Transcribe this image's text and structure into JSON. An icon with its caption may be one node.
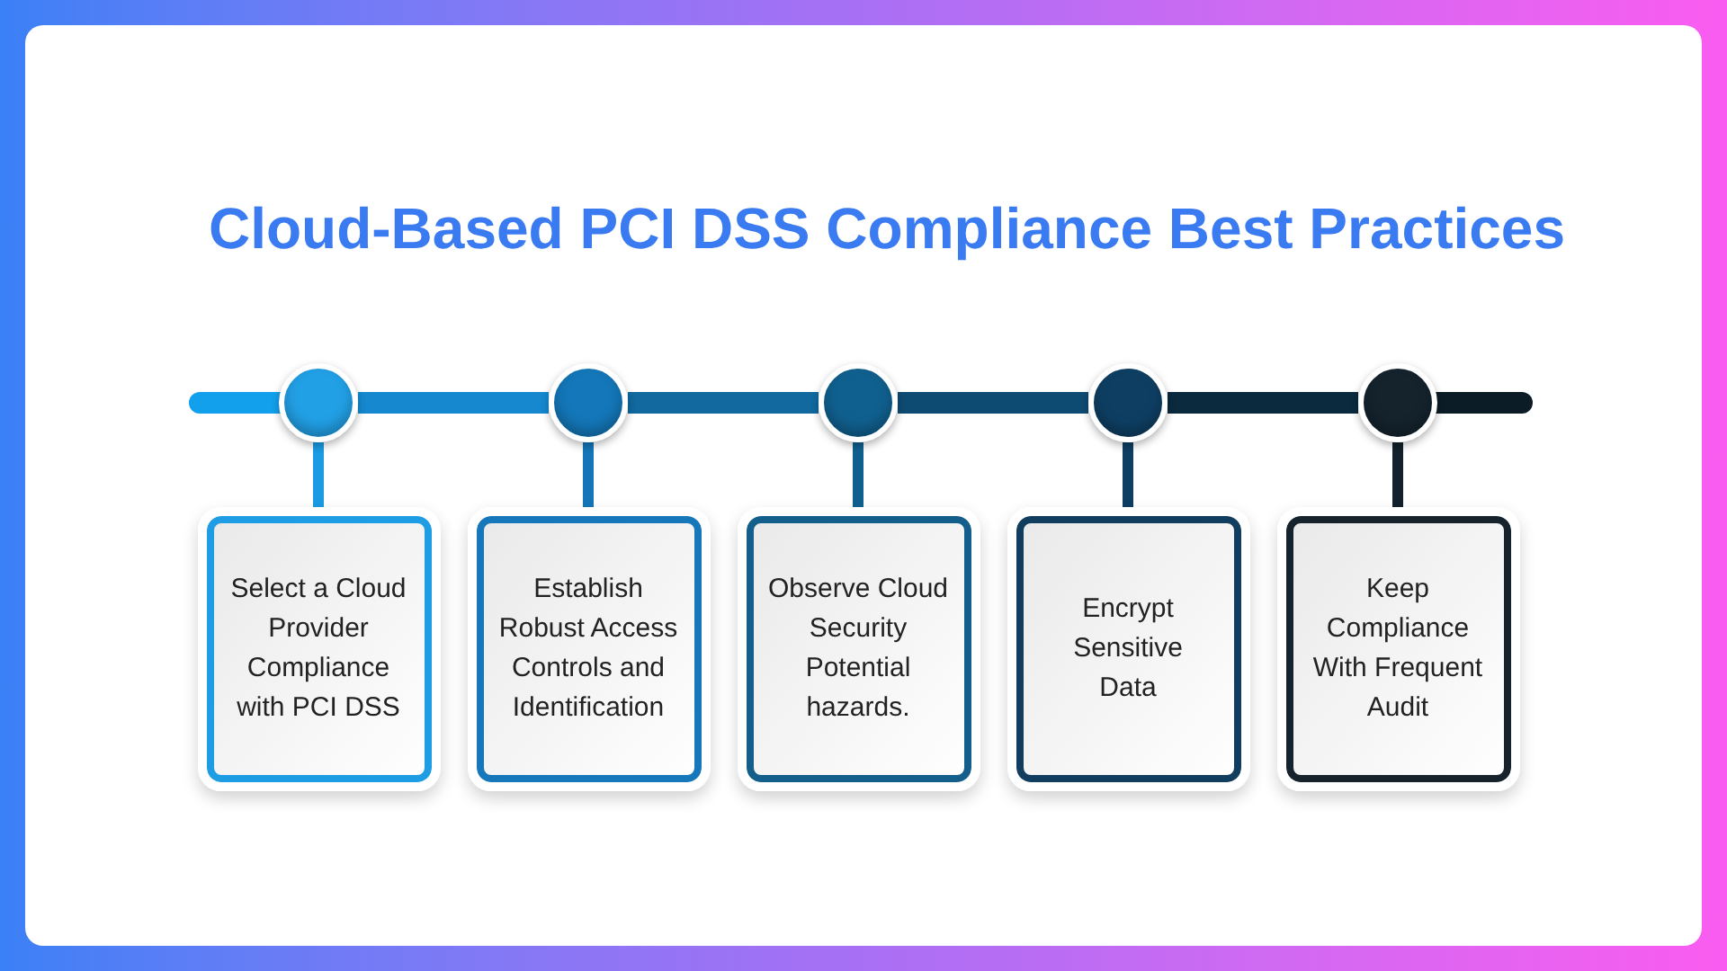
{
  "diagram": {
    "title": "Cloud-Based PCI DSS Compliance Best Practices",
    "nodes": [
      {
        "text": [],
        "shape": "circle"
      },
      {
        "text": [],
        "shape": "circle"
      },
      {
        "text": [],
        "shape": "circle"
      },
      {
        "text": [],
        "shape": "circle"
      },
      {
        "text": [],
        "shape": "circle"
      },
      {
        "text": [
          "Select a Cloud Provider Compliance with PCI DSS"
        ]
      },
      {
        "text": [
          "Establish Robust Access Controls and Identification"
        ]
      },
      {
        "text": [
          "Observe Cloud Security Potential hazards."
        ]
      },
      {
        "text": [
          "Encrypt Sensitive Data"
        ]
      },
      {
        "text": [
          "Keep Compliance With Frequent Audit"
        ]
      }
    ],
    "edges": [
      {
        "from": 0,
        "to": 1,
        "arrow": "none",
        "style": "thick",
        "color": "#1588cf"
      },
      {
        "from": 1,
        "to": 2,
        "arrow": "none",
        "style": "thick",
        "color": "#11699f"
      },
      {
        "from": 2,
        "to": 3,
        "arrow": "none",
        "style": "thick",
        "color": "#0e4b72"
      },
      {
        "from": 3,
        "to": 4,
        "arrow": "none",
        "style": "thick",
        "color": "#0b2a3e"
      },
      {
        "from": 0,
        "to": 5,
        "arrow": "none",
        "color": "#1a9be3"
      },
      {
        "from": 1,
        "to": 6,
        "arrow": "none",
        "color": "#1476b8"
      },
      {
        "from": 2,
        "to": 7,
        "arrow": "none",
        "color": "#10608f"
      },
      {
        "from": 3,
        "to": 8,
        "arrow": "none",
        "color": "#0e3e62"
      },
      {
        "from": 4,
        "to": 9,
        "arrow": "none",
        "color": "#12212b"
      }
    ]
  }
}
